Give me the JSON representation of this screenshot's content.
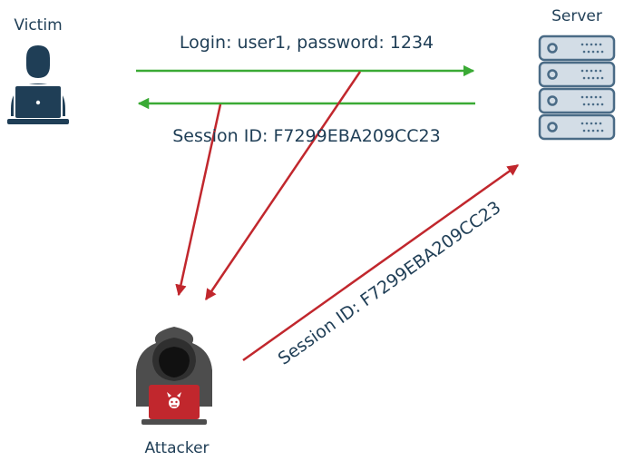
{
  "actors": {
    "victim": {
      "label": "Victim",
      "icon": "user-laptop-icon"
    },
    "server": {
      "label": "Server",
      "icon": "server-rack-icon"
    },
    "attacker": {
      "label": "Attacker",
      "icon": "hooded-hacker-icon"
    }
  },
  "messages": {
    "login": "Login: user1, password: 1234",
    "session_response": "Session ID: F7299EBA209CC23",
    "session_hijack": "Session ID: F7299EBA209CC23"
  },
  "colors": {
    "legit_flow": "#3aaa35",
    "malicious_flow": "#c1272d",
    "text": "#1f3e56",
    "victim_icon": "#1f3e56",
    "server_fill": "#d3dde6",
    "server_stroke": "#4a6b86",
    "attacker_hood": "#4d4d4d",
    "attacker_laptop": "#c1272d"
  }
}
